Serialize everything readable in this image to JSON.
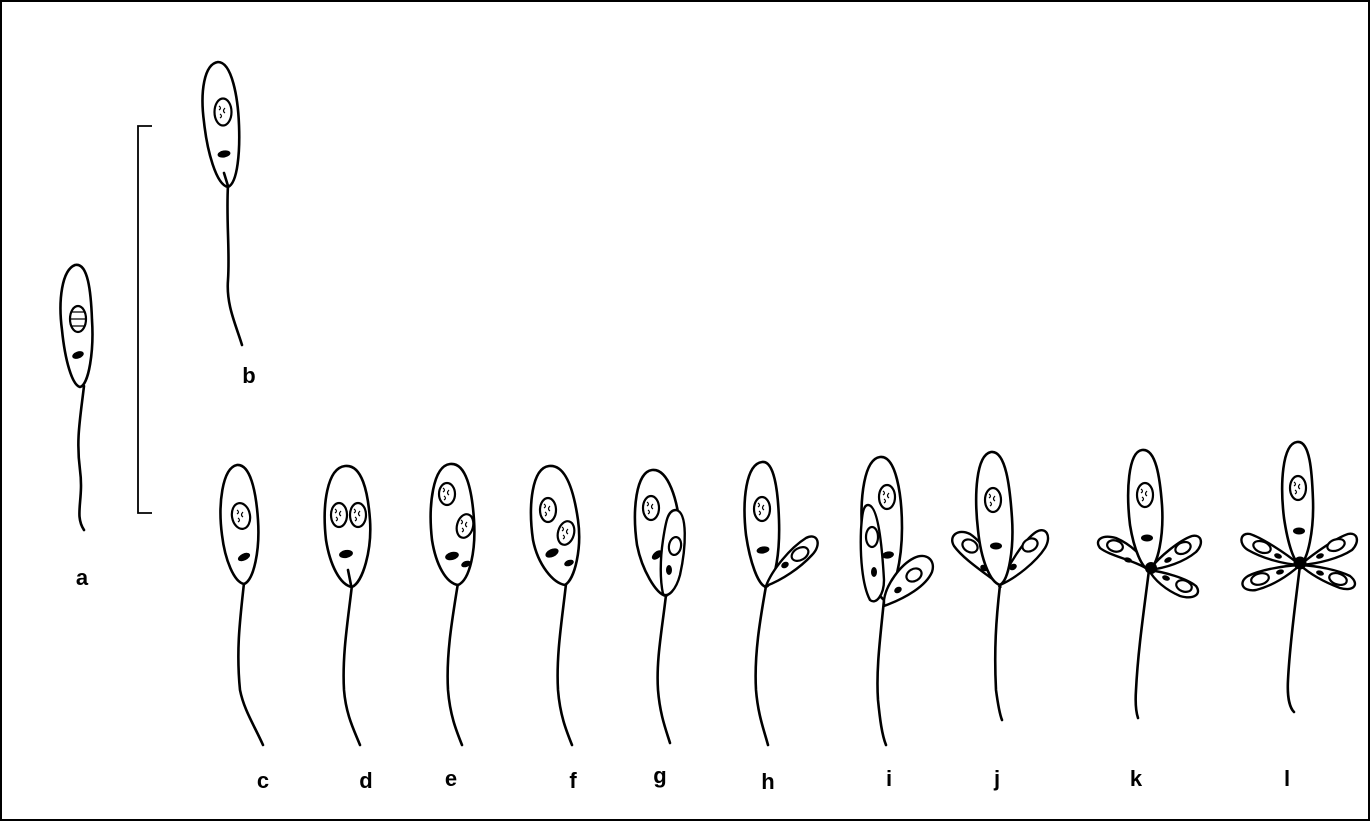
{
  "figure": {
    "panel_labels": [
      "a",
      "b",
      "c",
      "d",
      "e",
      "f",
      "g",
      "h",
      "i",
      "j",
      "k",
      "l"
    ]
  },
  "colors": {
    "background": "#ffffff",
    "ink": "#000000"
  }
}
